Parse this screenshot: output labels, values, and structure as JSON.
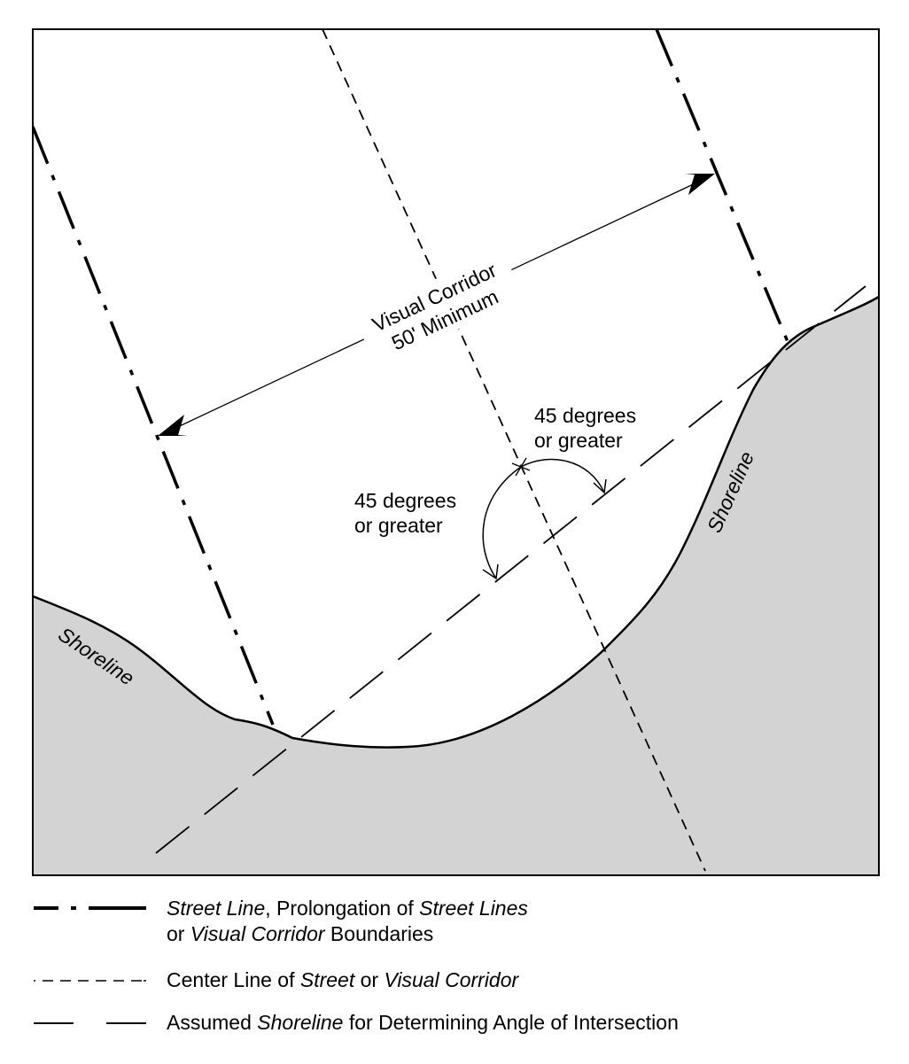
{
  "diagram": {
    "corridor_label": {
      "line1": "Visual Corridor",
      "line2": "50' Minimum"
    },
    "angle_label_right": {
      "line1": "45 degrees",
      "line2": "or greater"
    },
    "angle_label_left": {
      "line1": "45 degrees",
      "line2": "or greater"
    },
    "shoreline_left": "Shoreline",
    "shoreline_right": "Shoreline",
    "colors": {
      "land": "#d3d3d3",
      "line": "#000000",
      "background": "#ffffff"
    }
  },
  "legend": [
    {
      "style": "dash-dot-thick",
      "parts": [
        {
          "text": "Street Line",
          "italic": true
        },
        {
          "text": ", Prolongation of ",
          "italic": false
        },
        {
          "text": "Street Lines",
          "italic": true
        },
        {
          "text": "or ",
          "italic": false,
          "break_before": true
        },
        {
          "text": "Visual Corridor",
          "italic": true
        },
        {
          "text": " Boundaries",
          "italic": false
        }
      ]
    },
    {
      "style": "short-dash",
      "parts": [
        {
          "text": "Center Line of ",
          "italic": false
        },
        {
          "text": "Street",
          "italic": true
        },
        {
          "text": " or ",
          "italic": false
        },
        {
          "text": "Visual Corridor",
          "italic": true
        }
      ]
    },
    {
      "style": "long-dash",
      "parts": [
        {
          "text": "Assumed ",
          "italic": false
        },
        {
          "text": "Shoreline",
          "italic": true
        },
        {
          "text": " for Determining Angle of Intersection",
          "italic": false
        }
      ]
    }
  ]
}
